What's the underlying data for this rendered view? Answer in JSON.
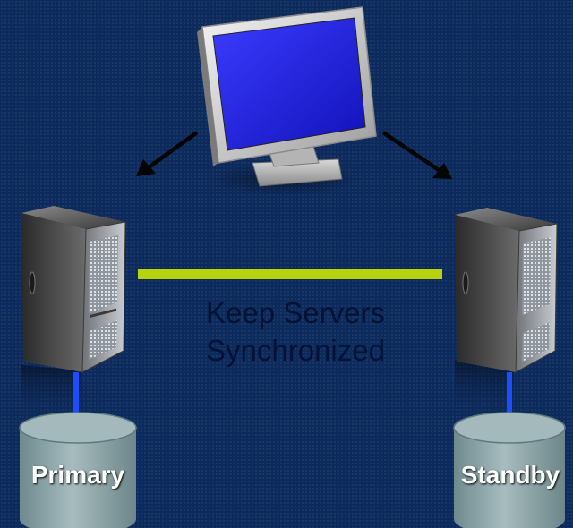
{
  "diagram": {
    "sync_label_line1": "Keep Servers",
    "sync_label_line2": "Synchronized",
    "primary_label": "Primary",
    "standby_label": "Standby"
  },
  "colors": {
    "background": "#0d2a5c",
    "sync_line": "#b6d30d",
    "link_blue": "#1c4dff",
    "database": "#8fa7aa",
    "monitor_screen": "#1d1ed8"
  }
}
